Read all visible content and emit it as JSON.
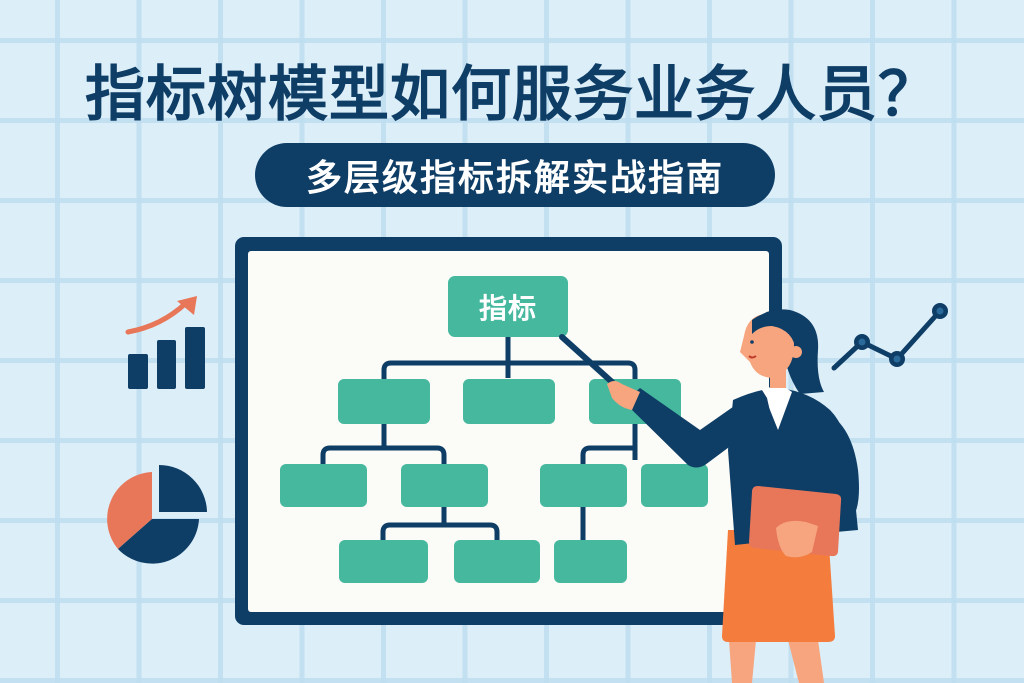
{
  "header": {
    "title": "指标树模型如何服务业务人员？",
    "subtitle": "多层级指标拆解实战指南"
  },
  "board": {
    "root_node_label": "指标",
    "levels": [
      {
        "level": 1,
        "node_count": 1
      },
      {
        "level": 2,
        "node_count": 3
      },
      {
        "level": 3,
        "node_count": 4
      },
      {
        "level": 4,
        "node_count": 3
      }
    ]
  },
  "decorations": {
    "left_icons": [
      "bar-chart-rising-arrow-icon",
      "pie-chart-icon"
    ],
    "right_icons": [
      "line-chart-icon"
    ],
    "figure": "presenter-woman-with-pointer-and-folder"
  },
  "colors": {
    "background": "#dceef8",
    "navy": "#0e3d66",
    "teal": "#45b89e",
    "orange": "#f47c3c",
    "coral": "#e8775a",
    "board_surface": "#fbfbf7",
    "skin": "#f6a57e"
  }
}
